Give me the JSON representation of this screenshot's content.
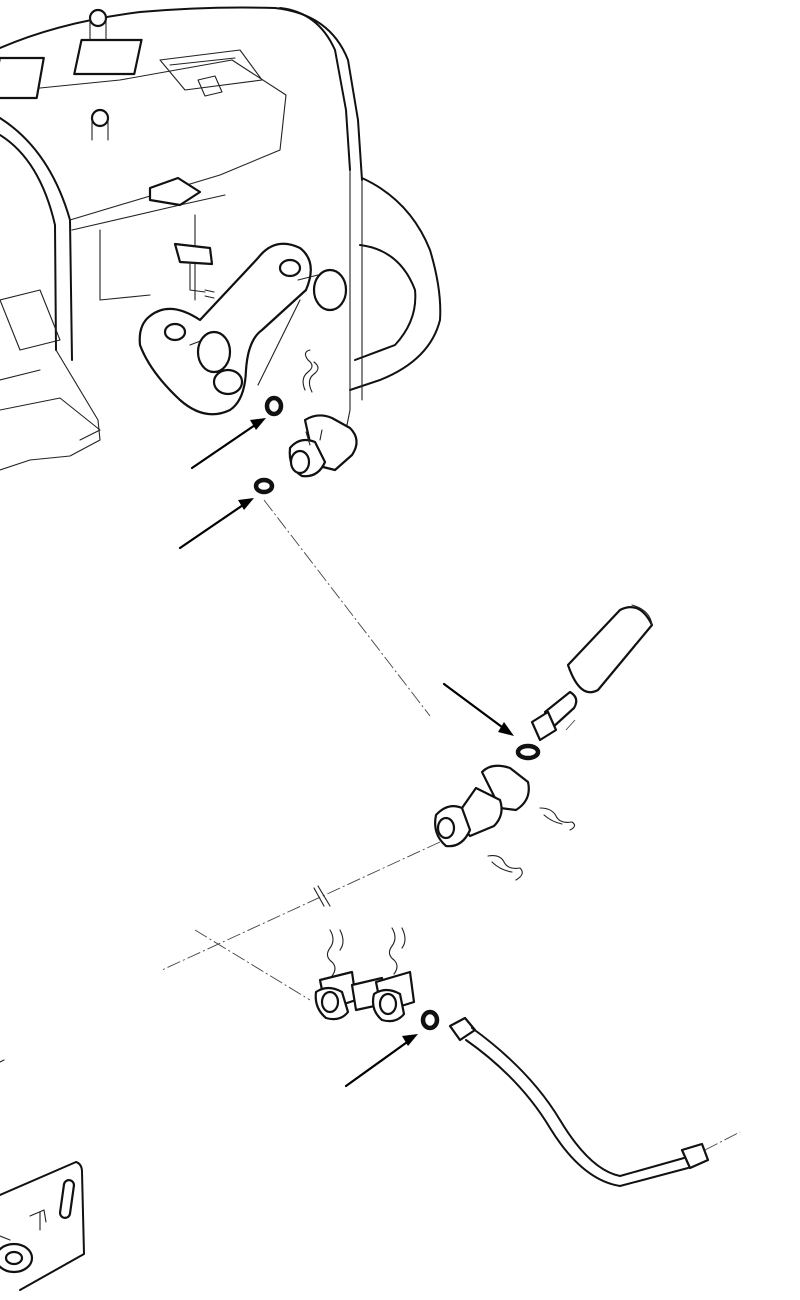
{
  "diagram": {
    "callouts": [
      {
        "id": "seal-upper",
        "label": ""
      },
      {
        "id": "seal-middle",
        "label": ""
      },
      {
        "id": "seal-elbow",
        "label": ""
      },
      {
        "id": "seal-lower",
        "label": ""
      }
    ]
  }
}
